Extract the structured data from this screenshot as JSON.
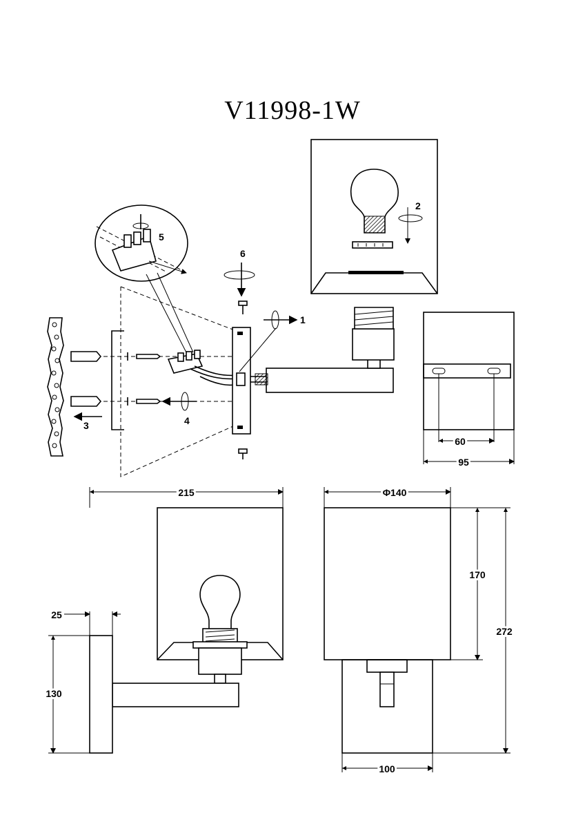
{
  "title": "V11998-1W",
  "steps": [
    "1",
    "2",
    "3",
    "4",
    "5",
    "6"
  ],
  "dimensions": {
    "width_total": "215",
    "shade_diameter": "Φ140",
    "plate_depth": "25",
    "plate_height": "130",
    "shade_height": "170",
    "total_height": "272",
    "bottom_width": "100",
    "hole_spacing": "60",
    "plate_width": "95"
  }
}
